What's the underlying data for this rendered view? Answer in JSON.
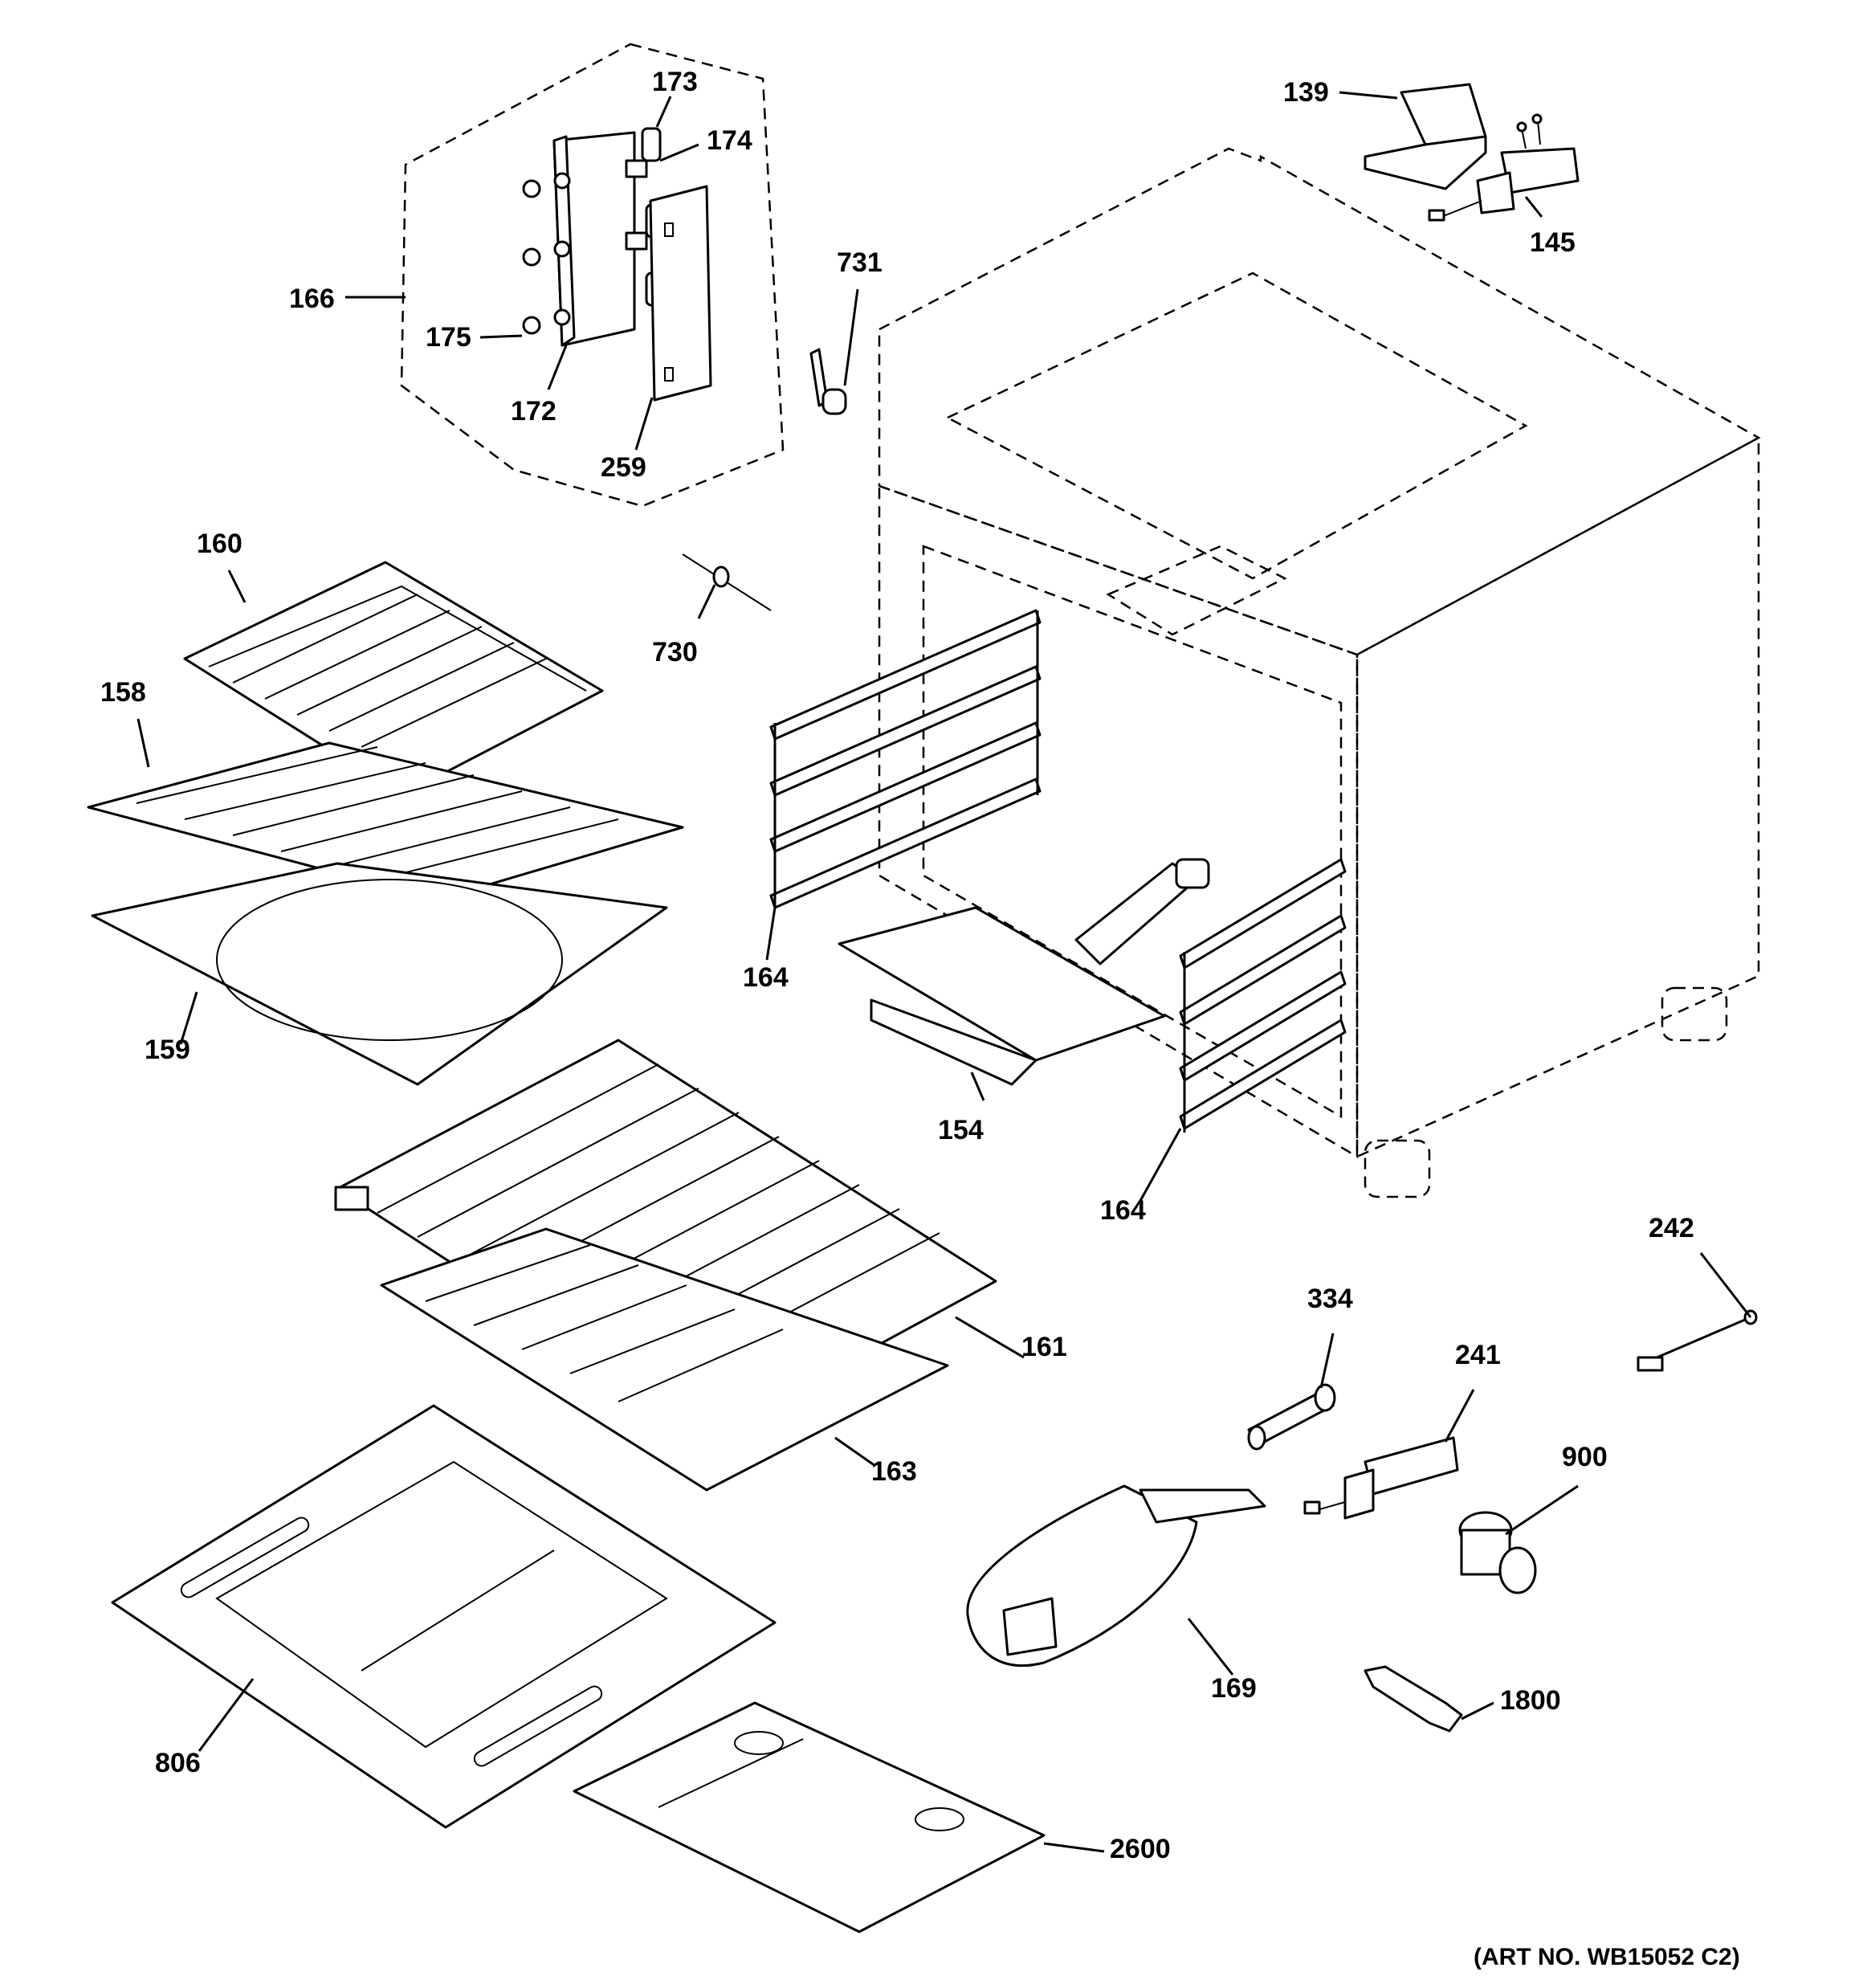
{
  "callouts": [
    {
      "id": "173",
      "label": "173"
    },
    {
      "id": "174",
      "label": "174"
    },
    {
      "id": "166",
      "label": "166"
    },
    {
      "id": "175",
      "label": "175"
    },
    {
      "id": "172",
      "label": "172"
    },
    {
      "id": "259",
      "label": "259"
    },
    {
      "id": "139",
      "label": "139"
    },
    {
      "id": "145",
      "label": "145"
    },
    {
      "id": "731",
      "label": "731"
    },
    {
      "id": "160",
      "label": "160"
    },
    {
      "id": "730",
      "label": "730"
    },
    {
      "id": "158",
      "label": "158"
    },
    {
      "id": "164a",
      "label": "164"
    },
    {
      "id": "159",
      "label": "159"
    },
    {
      "id": "154",
      "label": "154"
    },
    {
      "id": "164b",
      "label": "164"
    },
    {
      "id": "242",
      "label": "242"
    },
    {
      "id": "334",
      "label": "334"
    },
    {
      "id": "241",
      "label": "241"
    },
    {
      "id": "161",
      "label": "161"
    },
    {
      "id": "900",
      "label": "900"
    },
    {
      "id": "163",
      "label": "163"
    },
    {
      "id": "169",
      "label": "169"
    },
    {
      "id": "1800",
      "label": "1800"
    },
    {
      "id": "806",
      "label": "806"
    },
    {
      "id": "2600",
      "label": "2600"
    }
  ],
  "art_number": "(ART NO. WB15052 C2)"
}
